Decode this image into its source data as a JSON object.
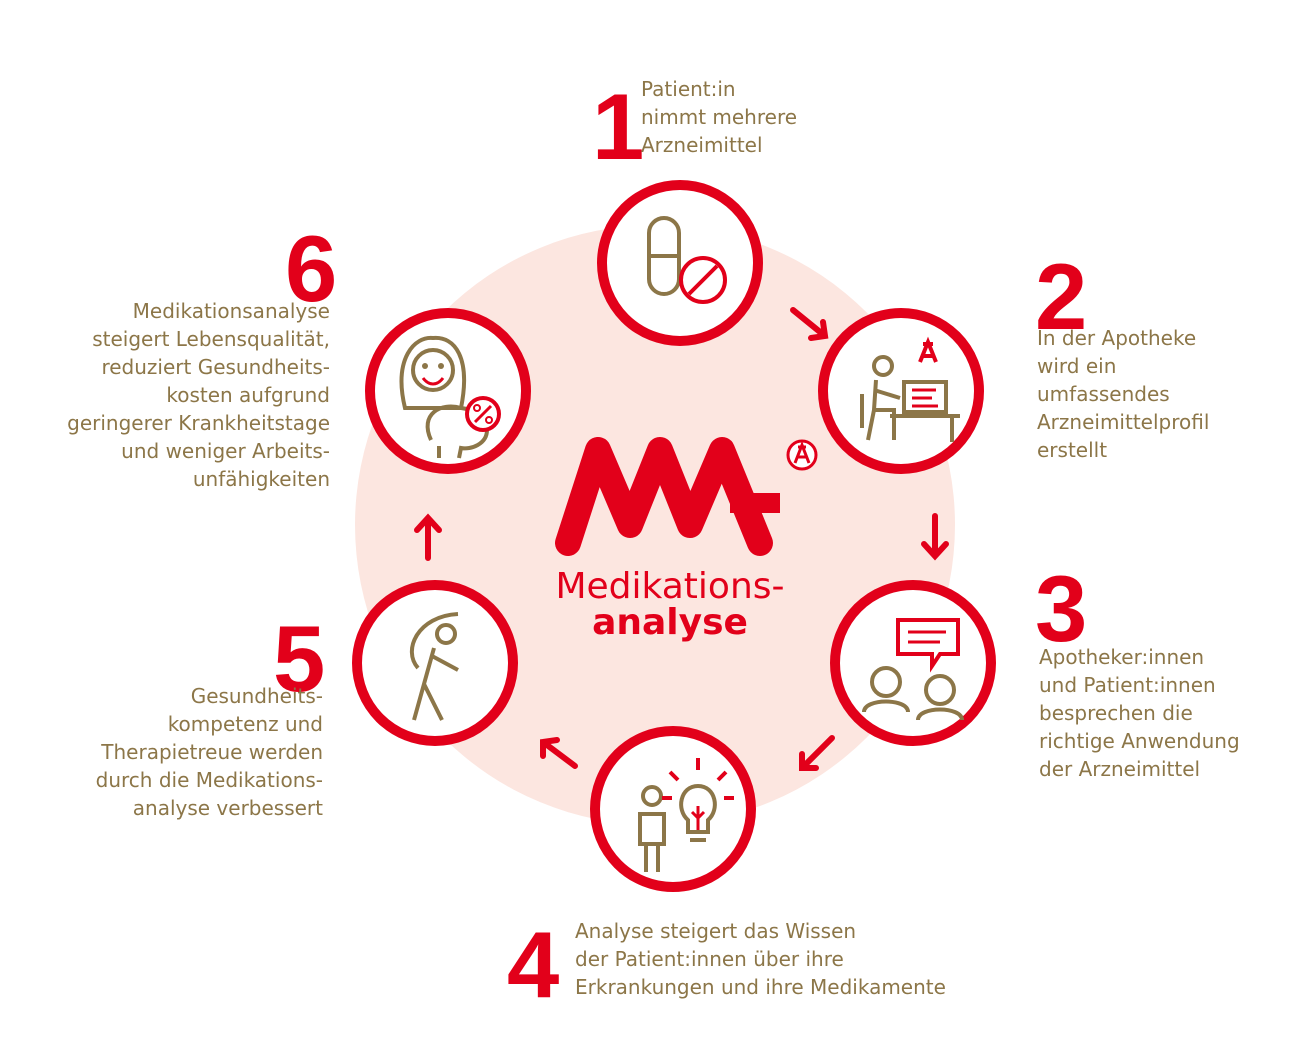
{
  "logo": {
    "text": "MA"
  },
  "center": {
    "line1": "Medikations-",
    "line2": "analyse"
  },
  "colors": {
    "red": "#e2001a",
    "gold": "#8c7648",
    "blush": "#fce6e0"
  },
  "steps": [
    {
      "number": "1",
      "icon": "pills-icon",
      "lines": [
        "Patient:in",
        "nimmt mehrere",
        "Arzneimittel"
      ]
    },
    {
      "number": "2",
      "icon": "pharmacist-desk-icon",
      "lines": [
        "In der Apotheke",
        "wird ein",
        "umfassendes",
        "Arzneimittelprofil",
        "erstellt"
      ]
    },
    {
      "number": "3",
      "icon": "consultation-icon",
      "lines": [
        "Apotheker:innen",
        "und Patient:innen",
        "besprechen die",
        "richtige Anwendung",
        "der Arzneimittel"
      ]
    },
    {
      "number": "4",
      "icon": "person-lightbulb-icon",
      "lines": [
        "Analyse steigert das Wissen",
        "der Patient:innen über ihre",
        "Erkrankungen und ihre Medikamente"
      ]
    },
    {
      "number": "5",
      "icon": "stretching-person-icon",
      "lines": [
        "Gesundheits-",
        "kompetenz und",
        "Therapietreue werden",
        "durch die Medikations-",
        "analyse verbessert"
      ]
    },
    {
      "number": "6",
      "icon": "woman-piggybank-icon",
      "lines": [
        "Medikationsanalyse",
        "steigert Lebensqualität,",
        "reduziert Gesundheits-",
        "kosten aufgrund",
        "geringerer Krankheitstage",
        "und weniger Arbeits-",
        "unfähigkeiten"
      ]
    }
  ]
}
